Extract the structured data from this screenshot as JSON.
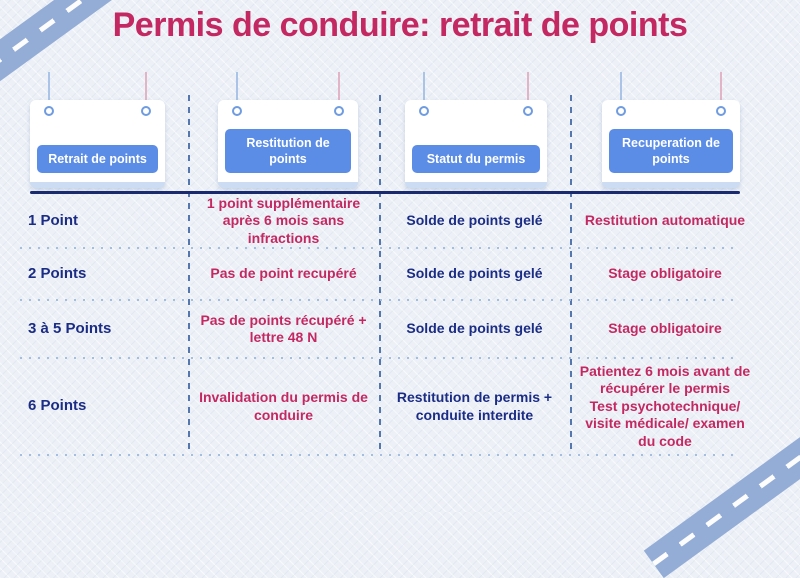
{
  "title": "Permis de conduire: retrait de points",
  "colors": {
    "accent_pink": "#c42862",
    "navy_text": "#1b2c85",
    "navy_line": "#1a2a6e",
    "header_band_blue": "#5b8ce6",
    "road_blue": "#94add7",
    "background": "#edf1f7"
  },
  "columns": [
    {
      "label": "Retrait de points"
    },
    {
      "label": "Restitution de\npoints"
    },
    {
      "label": "Statut du permis"
    },
    {
      "label": "Recuperation de\npoints"
    }
  ],
  "rows": [
    {
      "points": "1 Point",
      "restitution": "1 point supplémentaire\naprès 6 mois sans\ninfractions",
      "statut": "Solde de points gelé",
      "recuperation": "Restitution automatique"
    },
    {
      "points": "2 Points",
      "restitution": "Pas de point recupéré",
      "statut": "Solde de points gelé",
      "recuperation": "Stage obligatoire"
    },
    {
      "points": "3 à 5 Points",
      "restitution": "Pas de points récupéré +\nlettre 48 N",
      "statut": "Solde de points gelé",
      "recuperation": "Stage obligatoire"
    },
    {
      "points": "6 Points",
      "restitution": "Invalidation du permis de\nconduire",
      "statut": "Restitution de permis +\nconduite interdite",
      "recuperation": "Patientez 6 mois avant de\nrécupérer le permis\nTest psychotechnique/\nvisite médicale/ examen\ndu code"
    }
  ]
}
